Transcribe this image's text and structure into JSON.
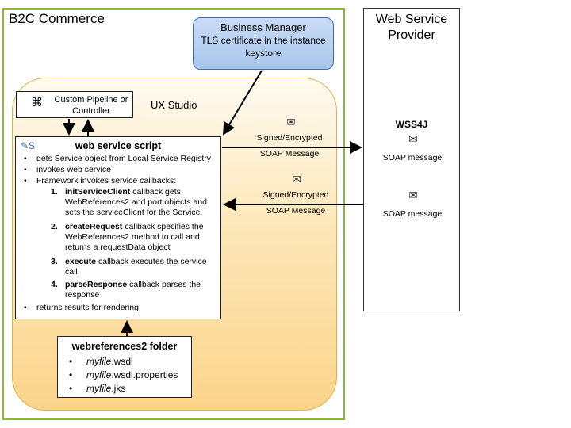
{
  "b2c": {
    "title": "B2C Commerce"
  },
  "ux_studio": {
    "title": "UX Studio"
  },
  "business_manager": {
    "title": "Business Manager",
    "desc": "TLS certificate in the instance keystore"
  },
  "pipeline": {
    "label": "Custom Pipeline or Controller"
  },
  "script": {
    "title": "web service script",
    "bullets": [
      "gets Service object from Local Service Registry",
      "invokes web service",
      "Framework invokes service callbacks:"
    ],
    "steps": [
      {
        "num": "1.",
        "name": "initServiceClient",
        "text": "callback gets WebReferences2  and port objects and sets the serviceClient for the Service."
      },
      {
        "num": "2.",
        "name": "createRequest",
        "text": "callback specifies the WebReferences2 method to call and returns a requestData object"
      },
      {
        "num": "3.",
        "name": "execute",
        "text": "callback executes the service call"
      },
      {
        "num": "4.",
        "name": "parseResponse",
        "text": "callback parses the response"
      }
    ],
    "last_bullet": "returns results for rendering"
  },
  "webrefs": {
    "title": "webreferences2 folder",
    "files": [
      {
        "name": "myfile",
        "ext": ".wsdl"
      },
      {
        "name": "myfile",
        "ext": ".wsdl.properties"
      },
      {
        "name": "myfile",
        "ext": ".jks"
      }
    ]
  },
  "provider": {
    "title": "Web Service Provider",
    "wss4j": "WSS4J",
    "msg1": "SOAP message",
    "msg2": "SOAP message"
  },
  "arrows": {
    "outbound_l1": "Signed/Encrypted",
    "outbound_l2": "SOAP Message",
    "inbound_l1": "Signed/Encrypted",
    "inbound_l2": "SOAP Message"
  },
  "icons": {
    "envelope": "envelope-icon",
    "pipeline": "pipeline-icon",
    "script": "script-icon"
  }
}
